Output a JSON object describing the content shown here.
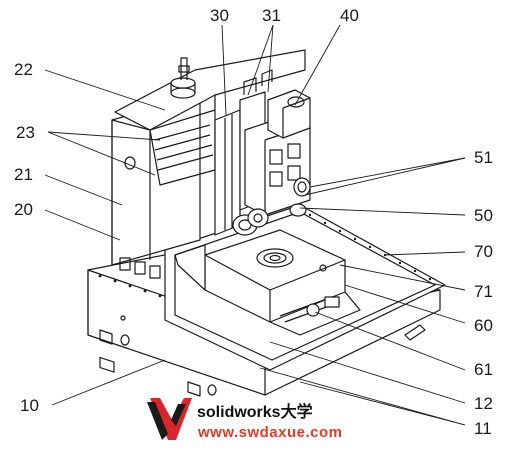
{
  "callouts": {
    "c10": "10",
    "c11": "11",
    "c12": "12",
    "c20": "20",
    "c21": "21",
    "c22": "22",
    "c23": "23",
    "c30": "30",
    "c31": "31",
    "c40": "40",
    "c50": "50",
    "c51": "51",
    "c60": "60",
    "c61": "61",
    "c70": "70",
    "c71": "71"
  },
  "watermark": {
    "brand": "solidworks大学",
    "url": "www.swdaxue.com",
    "logo_icon": "swdaxue-logo-icon",
    "colors": {
      "logo_red": "#d8262a",
      "url_red": "#e03b2a",
      "ink": "#1a1a1a"
    }
  }
}
